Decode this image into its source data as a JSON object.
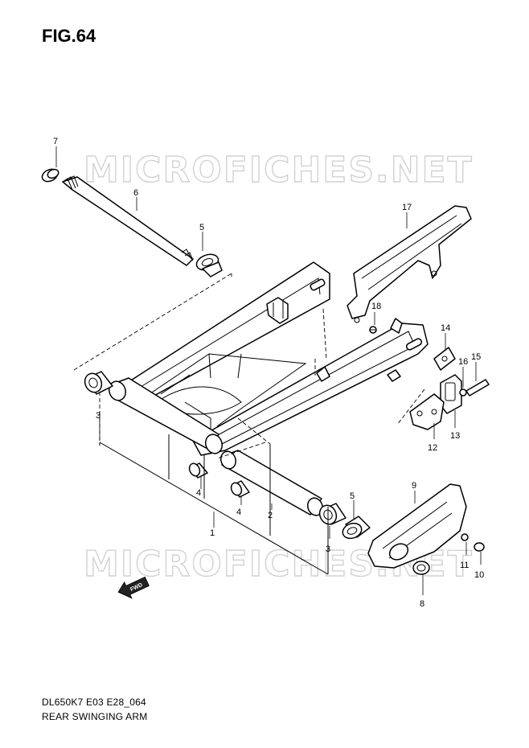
{
  "figure": {
    "title": "FIG.64"
  },
  "caption": {
    "model_code": "DL650K7 E03 E28_064",
    "name": "REAR SWINGING ARM"
  },
  "watermark": {
    "text": "MICROFICHES.NET"
  },
  "fwd_arrow": {
    "text": "FWD"
  },
  "callouts": [
    "1",
    "2",
    "3",
    "3",
    "4",
    "4",
    "5",
    "5",
    "6",
    "7",
    "8",
    "9",
    "10",
    "11",
    "12",
    "13",
    "14",
    "15",
    "16",
    "17",
    "18"
  ]
}
